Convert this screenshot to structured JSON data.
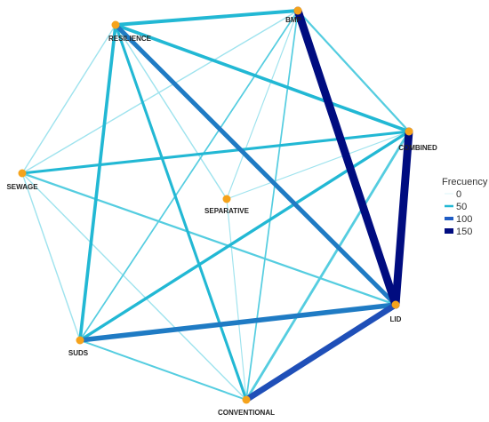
{
  "chart_data": {
    "type": "network",
    "nodes": [
      {
        "id": "bmp",
        "label": "BMP"
      },
      {
        "id": "resilience",
        "label": "RESILIENCE"
      },
      {
        "id": "combined",
        "label": "COMBINED"
      },
      {
        "id": "sewage",
        "label": "SEWAGE"
      },
      {
        "id": "separative",
        "label": "SEPARATIVE"
      },
      {
        "id": "lid",
        "label": "LID"
      },
      {
        "id": "suds",
        "label": "SUDS"
      },
      {
        "id": "conventional",
        "label": "CONVENTIONAL"
      }
    ],
    "edges": [
      {
        "source": "bmp",
        "target": "lid",
        "weight": 150
      },
      {
        "source": "combined",
        "target": "lid",
        "weight": 150
      },
      {
        "source": "conventional",
        "target": "lid",
        "weight": 110
      },
      {
        "source": "suds",
        "target": "lid",
        "weight": 90
      },
      {
        "source": "resilience",
        "target": "lid",
        "weight": 80
      },
      {
        "source": "resilience",
        "target": "bmp",
        "weight": 60
      },
      {
        "source": "resilience",
        "target": "combined",
        "weight": 55
      },
      {
        "source": "resilience",
        "target": "suds",
        "weight": 55
      },
      {
        "source": "suds",
        "target": "combined",
        "weight": 50
      },
      {
        "source": "sewage",
        "target": "combined",
        "weight": 45
      },
      {
        "source": "resilience",
        "target": "conventional",
        "weight": 45
      },
      {
        "source": "conventional",
        "target": "combined",
        "weight": 40
      },
      {
        "source": "bmp",
        "target": "combined",
        "weight": 30
      },
      {
        "source": "sewage",
        "target": "lid",
        "weight": 30
      },
      {
        "source": "suds",
        "target": "conventional",
        "weight": 25
      },
      {
        "source": "bmp",
        "target": "suds",
        "weight": 20
      },
      {
        "source": "bmp",
        "target": "conventional",
        "weight": 20
      },
      {
        "source": "resilience",
        "target": "separative",
        "weight": 15
      },
      {
        "source": "bmp",
        "target": "sewage",
        "weight": 15
      },
      {
        "source": "resilience",
        "target": "sewage",
        "weight": 15
      },
      {
        "source": "sewage",
        "target": "suds",
        "weight": 15
      },
      {
        "source": "sewage",
        "target": "conventional",
        "weight": 15
      },
      {
        "source": "separative",
        "target": "conventional",
        "weight": 10
      },
      {
        "source": "bmp",
        "target": "separative",
        "weight": 10
      },
      {
        "source": "combined",
        "target": "separative",
        "weight": 10
      },
      {
        "source": "resilience",
        "target": "bmp",
        "weight": 10
      }
    ],
    "legend": {
      "title": "Frecuency",
      "entries": [
        {
          "label": "0",
          "value": 0,
          "color": "#c4f0f5"
        },
        {
          "label": "50",
          "value": 50,
          "color": "#22b8d4"
        },
        {
          "label": "100",
          "value": 100,
          "color": "#1f5cc4"
        },
        {
          "label": "150",
          "value": 150,
          "color": "#000c80"
        }
      ],
      "placement": "right"
    },
    "node_color": "#f5a31c"
  }
}
